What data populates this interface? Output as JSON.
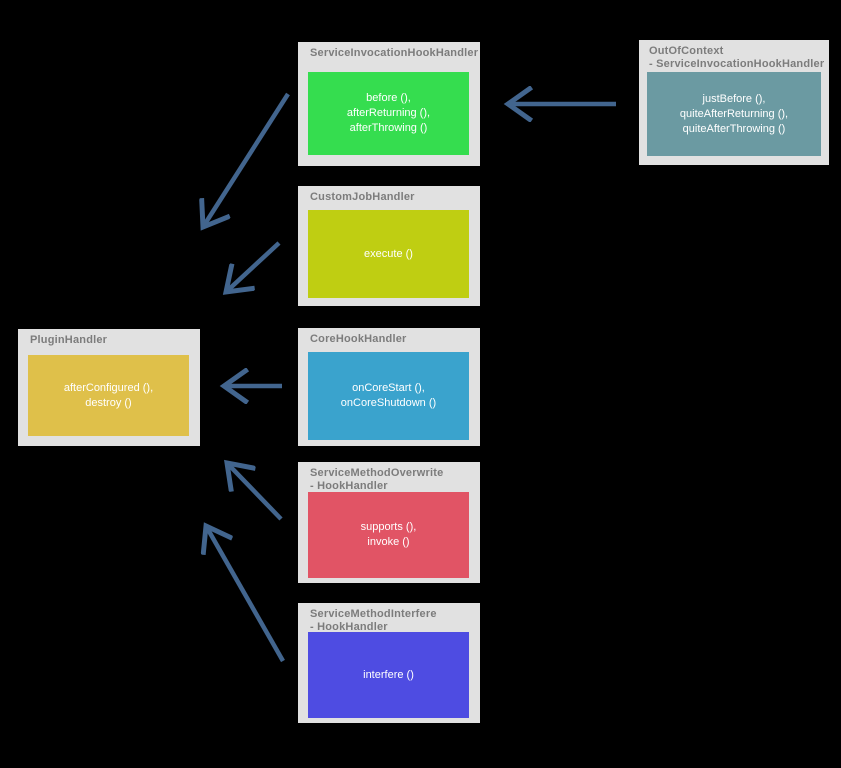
{
  "diagram": {
    "background_color": "#000000",
    "panel_color": "#e1e1e1",
    "title_text_color": "#7c7c7c",
    "method_text_color": "#ffffff",
    "arrow_color": "#42658e",
    "nodes": [
      {
        "id": "ServiceInvocationHookHandler",
        "title": "ServiceInvocationHookHandler",
        "methods": "before (),\nafterReturning (),\nafterThrowing ()",
        "color": "#35dd4f"
      },
      {
        "id": "OutOfContext",
        "title": "OutOfContext\n- ServiceInvocationHookHandler",
        "methods": "justBefore (),\nquiteAfterReturning (),\nquiteAfterThrowing ()",
        "color": "#6b9aa2"
      },
      {
        "id": "CustomJobHandler",
        "title": "CustomJobHandler",
        "methods": "execute ()",
        "color": "#bfce12"
      },
      {
        "id": "PluginHandler",
        "title": "PluginHandler",
        "methods": "afterConfigured (),\ndestroy ()",
        "color": "#dfc04a"
      },
      {
        "id": "CoreHookHandler",
        "title": "CoreHookHandler",
        "methods": "onCoreStart (),\nonCoreShutdown ()",
        "color": "#3aa3cd"
      },
      {
        "id": "ServiceMethodOverwrite",
        "title": "ServiceMethodOverwrite\n- HookHandler",
        "methods": "supports (),\ninvoke ()",
        "color": "#e15465"
      },
      {
        "id": "ServiceMethodInterfere",
        "title": "ServiceMethodInterfere\n- HookHandler",
        "methods": "interfere ()",
        "color": "#4e4ce2"
      }
    ],
    "edges": [
      {
        "from": "OutOfContext",
        "to": "ServiceInvocationHookHandler"
      },
      {
        "from": "ServiceInvocationHookHandler",
        "to": "PluginHandler"
      },
      {
        "from": "CustomJobHandler",
        "to": "PluginHandler"
      },
      {
        "from": "CoreHookHandler",
        "to": "PluginHandler"
      },
      {
        "from": "ServiceMethodOverwrite",
        "to": "PluginHandler"
      },
      {
        "from": "ServiceMethodInterfere",
        "to": "PluginHandler"
      }
    ]
  }
}
